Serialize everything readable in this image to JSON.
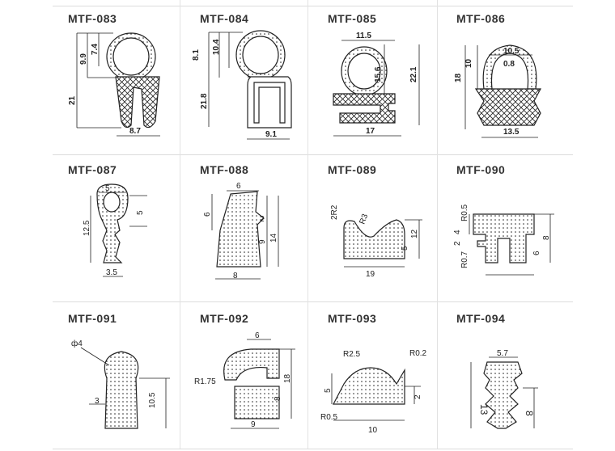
{
  "items": [
    {
      "title": "MTF-083",
      "labels": [
        "21",
        "9.9",
        "7.4",
        "8.7"
      ]
    },
    {
      "title": "MTF-084",
      "labels": [
        "8.1",
        "10.4",
        "21.8",
        "9.1"
      ]
    },
    {
      "title": "MTF-085",
      "labels": [
        "11.5",
        "15.6",
        "22.1",
        "17"
      ]
    },
    {
      "title": "MTF-086",
      "labels": [
        "10.5",
        "0.8",
        "10",
        "18",
        "13.5"
      ]
    },
    {
      "title": "MTF-087",
      "labels": [
        "5",
        "5",
        "12.5",
        "3.5"
      ]
    },
    {
      "title": "MTF-088",
      "labels": [
        "6",
        "6",
        "2",
        "9",
        "14",
        "8"
      ]
    },
    {
      "title": "MTF-089",
      "labels": [
        "2R2",
        "R3",
        "12",
        "5",
        "19"
      ]
    },
    {
      "title": "MTF-090",
      "labels": [
        "R0.5",
        "4",
        "2",
        "R0.7",
        "6",
        "8"
      ]
    },
    {
      "title": "MTF-091",
      "labels": [
        "ф4",
        "3",
        "10.5"
      ]
    },
    {
      "title": "MTF-092",
      "labels": [
        "6",
        "R1.75",
        "18",
        "8",
        "9"
      ]
    },
    {
      "title": "MTF-093",
      "labels": [
        "R2.5",
        "R0.2",
        "5",
        "2",
        "R0.5",
        "10"
      ]
    },
    {
      "title": "MTF-094",
      "labels": [
        "5.7",
        "13",
        "8"
      ]
    }
  ]
}
